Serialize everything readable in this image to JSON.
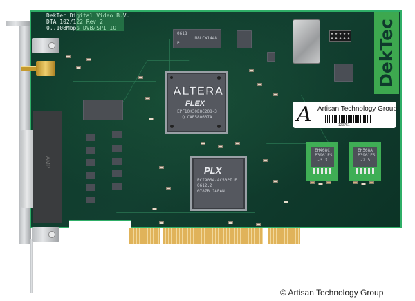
{
  "scene": {
    "subject": "PCI network/video interface card on white background",
    "board_color": "#0f3a2c",
    "board_edge_color": "#2fae67",
    "gold_finger_color": "#e0b35a"
  },
  "silkscreen": {
    "line1": "DekTec Digital Video B.V.",
    "line2": "DTA 102/122 Rev 2",
    "line3": "0..108Mbps DVB/SPI IO"
  },
  "side_logo": {
    "text": "DekTec"
  },
  "fpga": {
    "brand": "ALTERA",
    "family": "FLEX",
    "part": "EPF10K30EQC208-3",
    "code": "Q CAE580607A"
  },
  "pci_bridge": {
    "brand": "PLX",
    "part": "PCI9054-AC50PI F",
    "code": "0612.2",
    "origin": "0787B JAPAN"
  },
  "memory_chip": {
    "line1": "0618",
    "line2": "N8LCW1448",
    "line3": "P"
  },
  "regulators": [
    {
      "line1": "EH468C",
      "line2": "LP3961ES",
      "line3": "-3.3"
    },
    {
      "line1": "EH568A",
      "line2": "LP3961ES",
      "line3": "-2.5"
    }
  ],
  "asset_label": {
    "initial": "A",
    "company": "Artisan Technology Group",
    "barcode_number": "120751"
  },
  "connector": {
    "type": "DB-25",
    "mark": "AMP"
  },
  "watermark": {
    "text": "© Artisan Technology Group"
  }
}
